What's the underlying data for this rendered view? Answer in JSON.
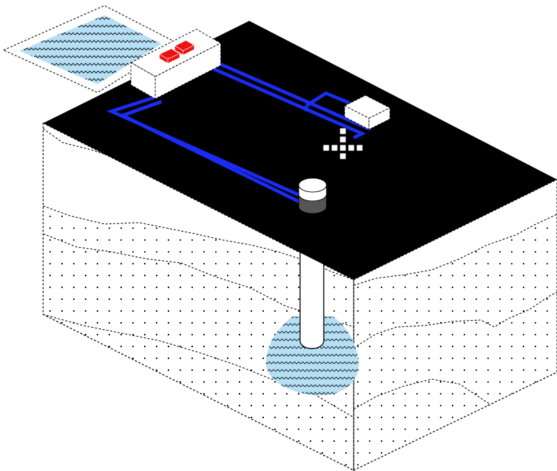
{
  "diagram": {
    "kind": "isometric-cross-section",
    "components": [
      {
        "id": "surface-water-pond",
        "icon": "water-pond-icon"
      },
      {
        "id": "control-box",
        "icon": "control-box-icon"
      },
      {
        "id": "red-indicators",
        "count": 2
      },
      {
        "id": "blue-pipeline",
        "icon": "pipe-icon"
      },
      {
        "id": "small-box",
        "icon": "small-box-icon"
      },
      {
        "id": "cross-marker",
        "icon": "cross-icon"
      },
      {
        "id": "wellhead-cylinder",
        "icon": "cylinder-icon"
      },
      {
        "id": "well-shaft",
        "icon": "well-shaft-icon"
      },
      {
        "id": "groundwater-pocket",
        "icon": "aquifer-icon"
      }
    ],
    "soil_layers": [
      "upper-layer",
      "dotted-middle-layer",
      "lower-layer"
    ]
  },
  "colors": {
    "ground_surface": "#000000",
    "pipe": "#1a2cf0",
    "water": "#b5dff5",
    "indicator": "#ee1111",
    "outline": "#000000",
    "cylinder_body": "#555555",
    "background": "#ffffff"
  }
}
